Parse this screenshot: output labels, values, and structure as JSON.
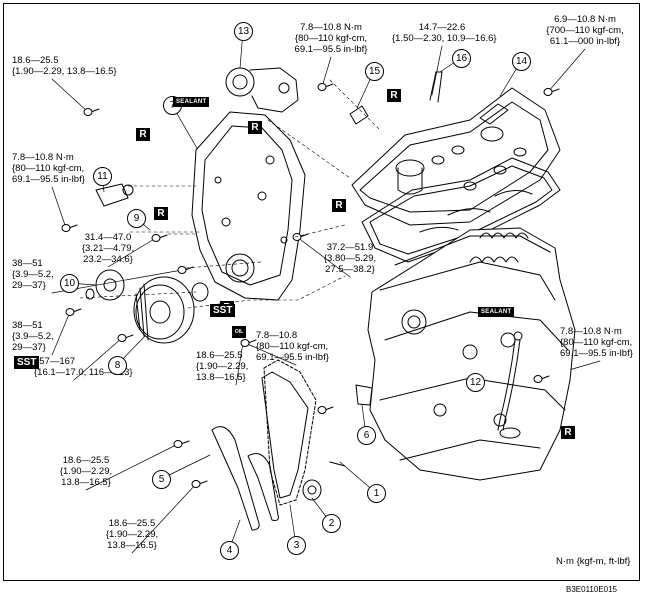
{
  "torque_specs": {
    "t_upper_left": [
      "18.6—25.5",
      "{1.90—2.29, 13.8—16.5}"
    ],
    "t_left_mid": [
      "7.8—10.8 N·m",
      "{80—110 kgf-cm,",
      "69.1—95.5 in-lbf}"
    ],
    "t_top_mid": [
      "7.8—10.8 N·m",
      "{80—110 kgf-cm,",
      "69.1—95.5 in-lbf}"
    ],
    "t_top_center": [
      "14.7—22.6",
      "{1.50—2.30, 10.9—16.6}"
    ],
    "t_top_right": [
      "6.9—10.8 N·m",
      "{700—110 kgf-cm,",
      "61.1—000 in-lbf}"
    ],
    "t_mid_left": [
      "31.4—47.0",
      "{3.21—4.79,",
      "23.2—34.6}"
    ],
    "t_mid_center": [
      "37.2—51.9",
      "{3.80—5.29,",
      "27.5—38.2}"
    ],
    "t_left_38a": [
      "38—51",
      "{3.9—5.2,",
      "29—37}"
    ],
    "t_left_38b": [
      "38—51",
      "{3.9—5.2,",
      "29—37}"
    ],
    "t_center_7_8": [
      "7.8—10.8",
      "{80—110 kgf-cm,",
      "69.1—95.5 in-lbf}"
    ],
    "t_center_18_6": [
      "18.6—25.5",
      "{1.90—2.29,",
      "13.8—16.5}"
    ],
    "t_right_mid": [
      "7.8—10.8 N·m",
      "{80—110 kgf-cm,",
      "69.1—95.5 in-lbf}"
    ],
    "t_sst": [
      "157—167",
      "{16.1—17.0, 116—123}"
    ],
    "t_lower_left_a": [
      "18.6—25.5",
      "{1.90—2.29,",
      "13.8—16.5}"
    ],
    "t_lower_left_b": [
      "18.6—25.5",
      "{1.90—2.29,",
      "13.8—16.5}"
    ]
  },
  "callouts": [
    "1",
    "2",
    "3",
    "4",
    "5",
    "6",
    "7",
    "8",
    "9",
    "10",
    "11",
    "12",
    "13",
    "14",
    "15",
    "16"
  ],
  "markers": {
    "r": "R",
    "sealant": "SEALANT",
    "sst": "SST",
    "oil": "OIL"
  },
  "units": "N·m {kgf-m, ft-lbf}",
  "figure_id": "B3E0110E015"
}
